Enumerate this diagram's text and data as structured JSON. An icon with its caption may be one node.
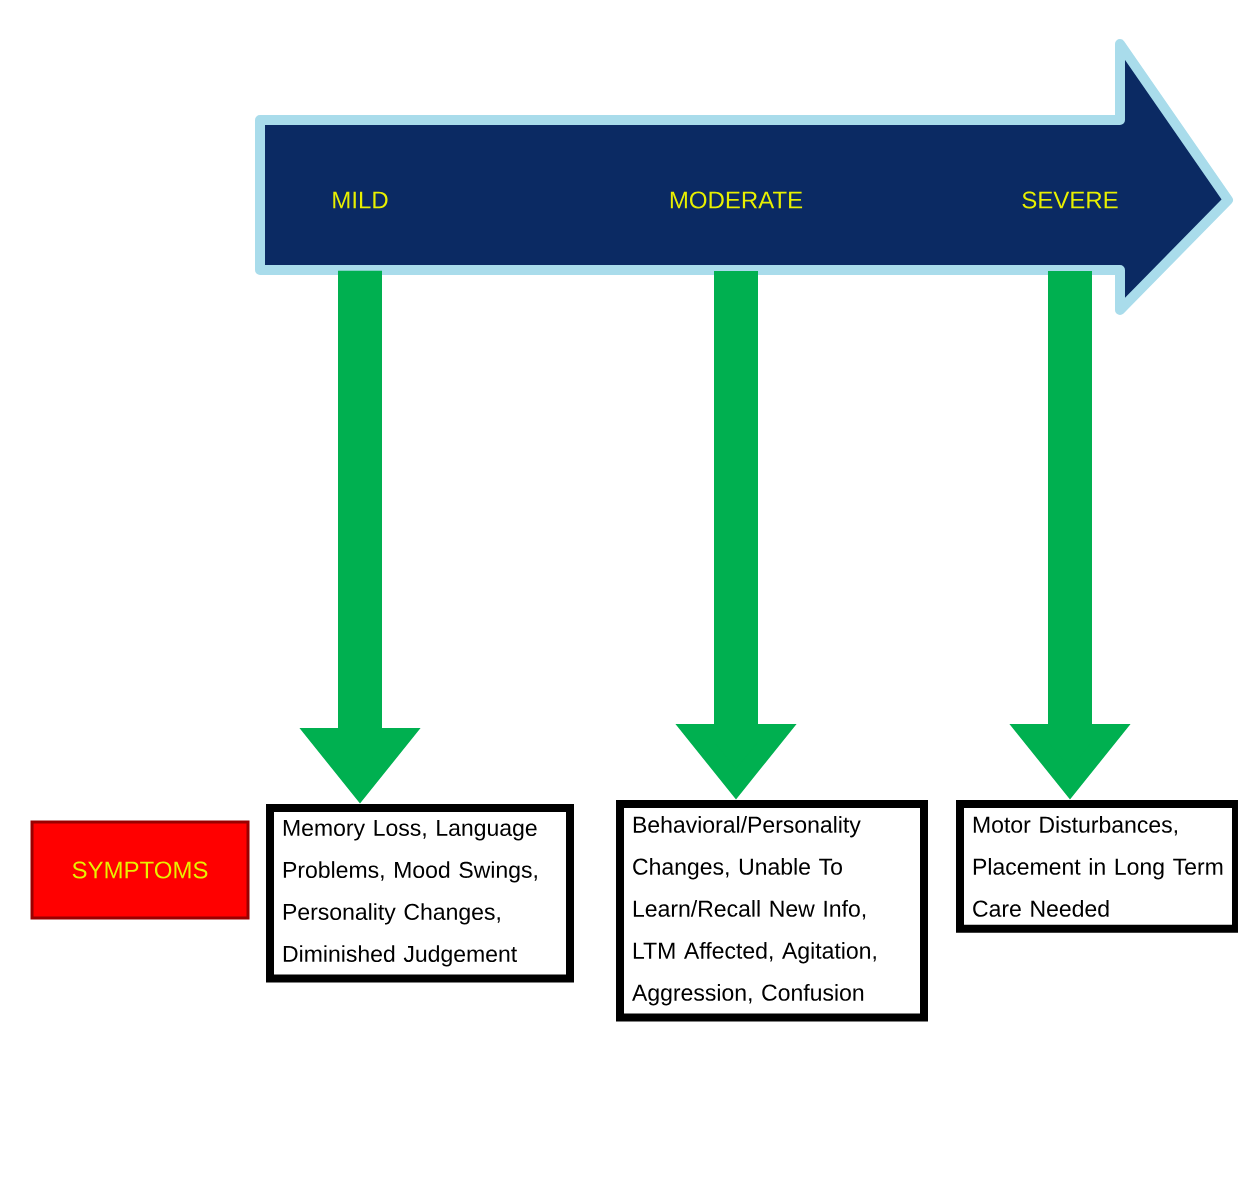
{
  "diagram": {
    "nodes": [
      {
        "text": [
          "MILD"
        ]
      },
      {
        "text": [
          "MODERATE"
        ]
      },
      {
        "text": [
          "SEVERE"
        ]
      },
      {
        "text": [
          "SYMPTOMS"
        ]
      },
      {
        "text": [
          "Memory Loss, Language Problems, Mood Swings, Personality Changes, Diminished Judgement"
        ]
      },
      {
        "text": [
          "Behavioral/Personality Changes, Unable To Learn/Recall New Info, LTM Affected, Agitation, Aggression, Confusion"
        ]
      },
      {
        "text": [
          "Motor Disturbances, Placement in Long Term Care Needed"
        ]
      }
    ],
    "edges": [
      {
        "from": 0,
        "to": 4,
        "arrow": "to"
      },
      {
        "from": 1,
        "to": 5,
        "arrow": "to"
      },
      {
        "from": 2,
        "to": 6,
        "arrow": "to"
      }
    ]
  }
}
